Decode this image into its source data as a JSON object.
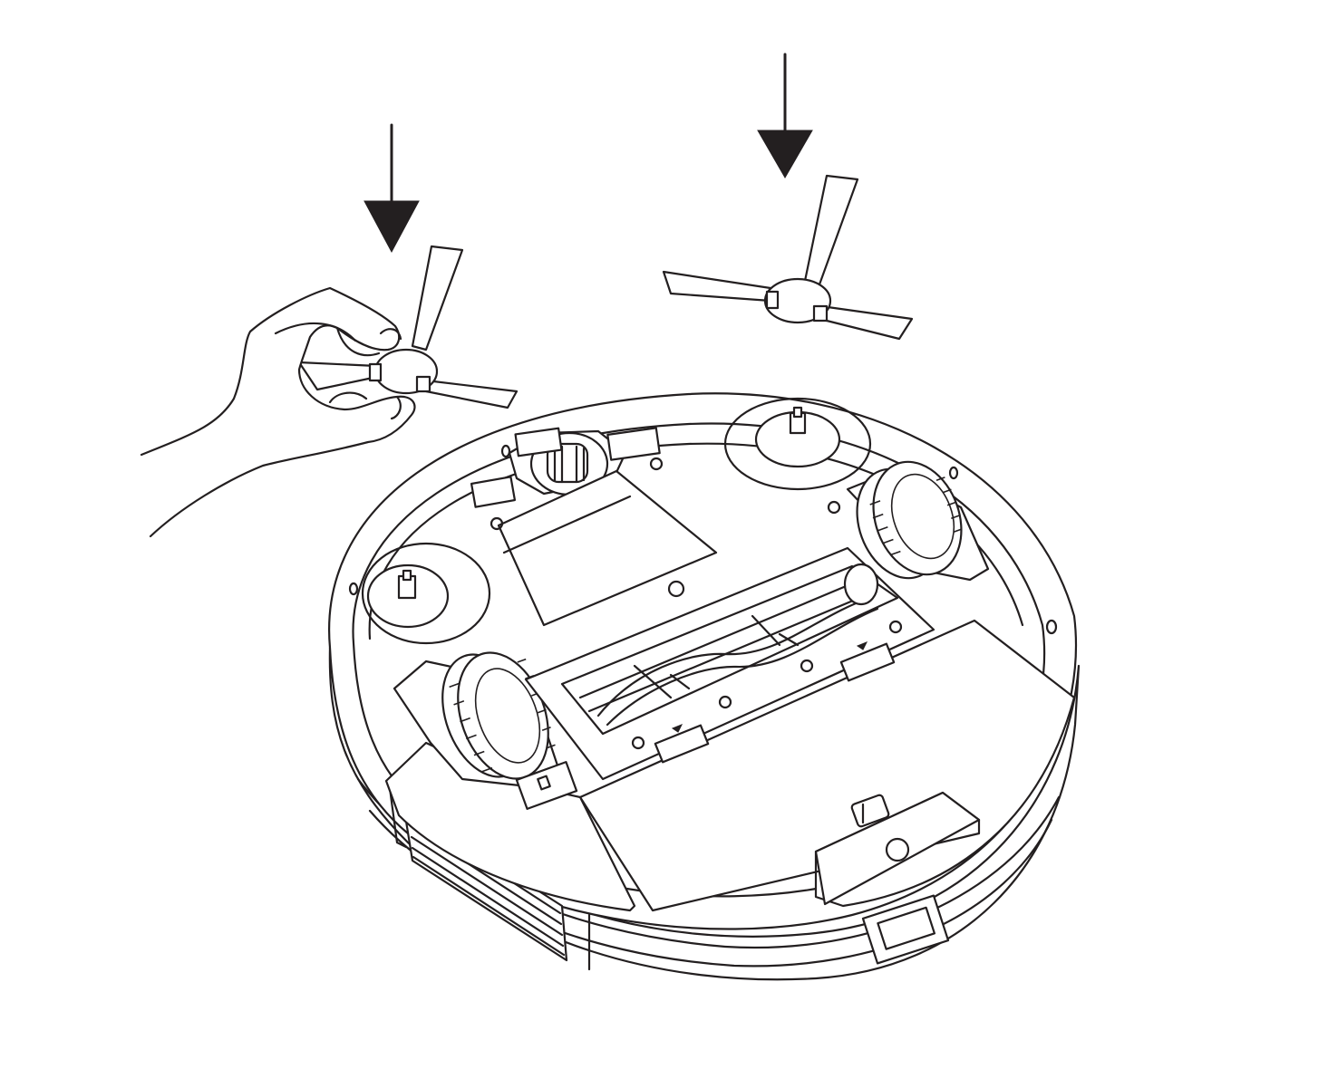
{
  "illustration": {
    "subject": "robot-vacuum-underside",
    "steps": [
      {
        "id": "left-side-brush",
        "action": "press-down"
      },
      {
        "id": "right-side-brush",
        "action": "press-down"
      }
    ],
    "colors": {
      "line": "#231f20",
      "background": "#ffffff"
    },
    "icons": [
      "down-arrow-icon",
      "side-brush-icon",
      "hand-icon"
    ]
  }
}
